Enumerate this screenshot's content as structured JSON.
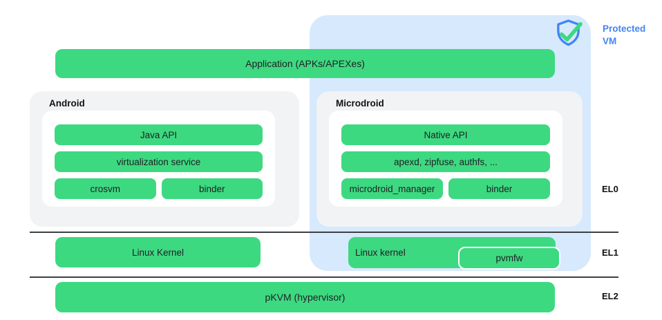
{
  "protected_vm": {
    "label": "Protected VM"
  },
  "application": {
    "label": "Application (APKs/APEXes)"
  },
  "android": {
    "title": "Android",
    "blocks": [
      {
        "label": "Java API"
      },
      {
        "label": "virtualization service"
      },
      {
        "label": "crosvm"
      },
      {
        "label": "binder"
      }
    ]
  },
  "microdroid": {
    "title": "Microdroid",
    "blocks": [
      {
        "label": "Native API"
      },
      {
        "label": "apexd, zipfuse, authfs, ..."
      },
      {
        "label": "microdroid_manager"
      },
      {
        "label": "binder"
      }
    ]
  },
  "el1": {
    "android_kernel": "Linux Kernel",
    "vm_kernel": "Linux kernel",
    "pvmfw": "pvmfw"
  },
  "el2": {
    "hypervisor": "pKVM (hypervisor)"
  },
  "exception_levels": [
    {
      "label": "EL0"
    },
    {
      "label": "EL1"
    },
    {
      "label": "EL2"
    }
  ],
  "icons": {
    "shield": "shield-check-icon"
  },
  "colors": {
    "green": "#3dd981",
    "blue_fill": "#d7e9fc",
    "accent_blue": "#4285f4",
    "gray_fill": "#f1f3f4",
    "line": "#3c4043",
    "ink": "#202124"
  }
}
